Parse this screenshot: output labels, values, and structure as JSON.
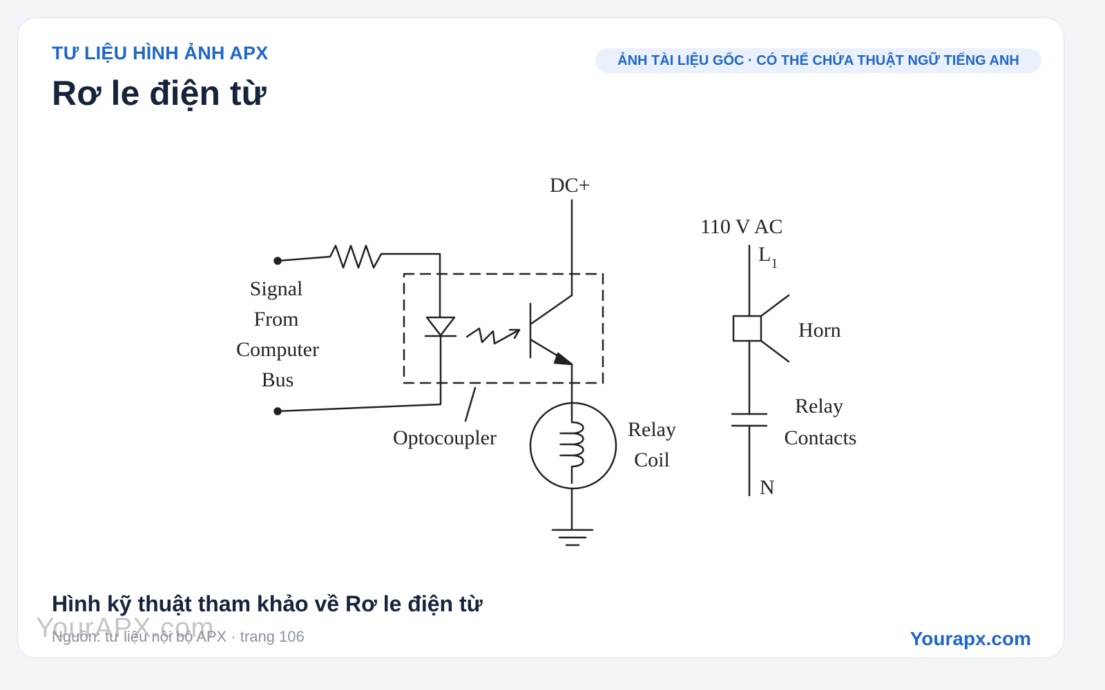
{
  "header": {
    "eyebrow": "TƯ LIỆU HÌNH ẢNH APX",
    "title": "Rơ le điện từ",
    "tag": "ẢNH TÀI LIỆU GỐC · CÓ THỂ CHỨA THUẬT NGỮ TIẾNG ANH"
  },
  "diagram": {
    "labels": {
      "dc_plus": "DC+",
      "ac_supply": "110 V AC",
      "l1_main": "L",
      "l1_sub": "1",
      "neutral": "N",
      "signal_line1": "Signal",
      "signal_line2": "From",
      "signal_line3": "Computer",
      "signal_line4": "Bus",
      "optocoupler": "Optocoupler",
      "relay_coil_line1": "Relay",
      "relay_coil_line2": "Coil",
      "horn": "Horn",
      "relay_contacts_line1": "Relay",
      "relay_contacts_line2": "Contacts"
    }
  },
  "footer": {
    "caption": "Hình kỹ thuật tham khảo về Rơ le điện từ",
    "source": "Nguồn: tư liệu nội bộ APX · trang 106",
    "brand": "Yourapx.com",
    "watermark": "YourAPX.com"
  },
  "colors": {
    "accent": "#1f66c9",
    "title": "#16233b",
    "tag_bg": "#eaf1fc",
    "muted": "#8a919e"
  }
}
